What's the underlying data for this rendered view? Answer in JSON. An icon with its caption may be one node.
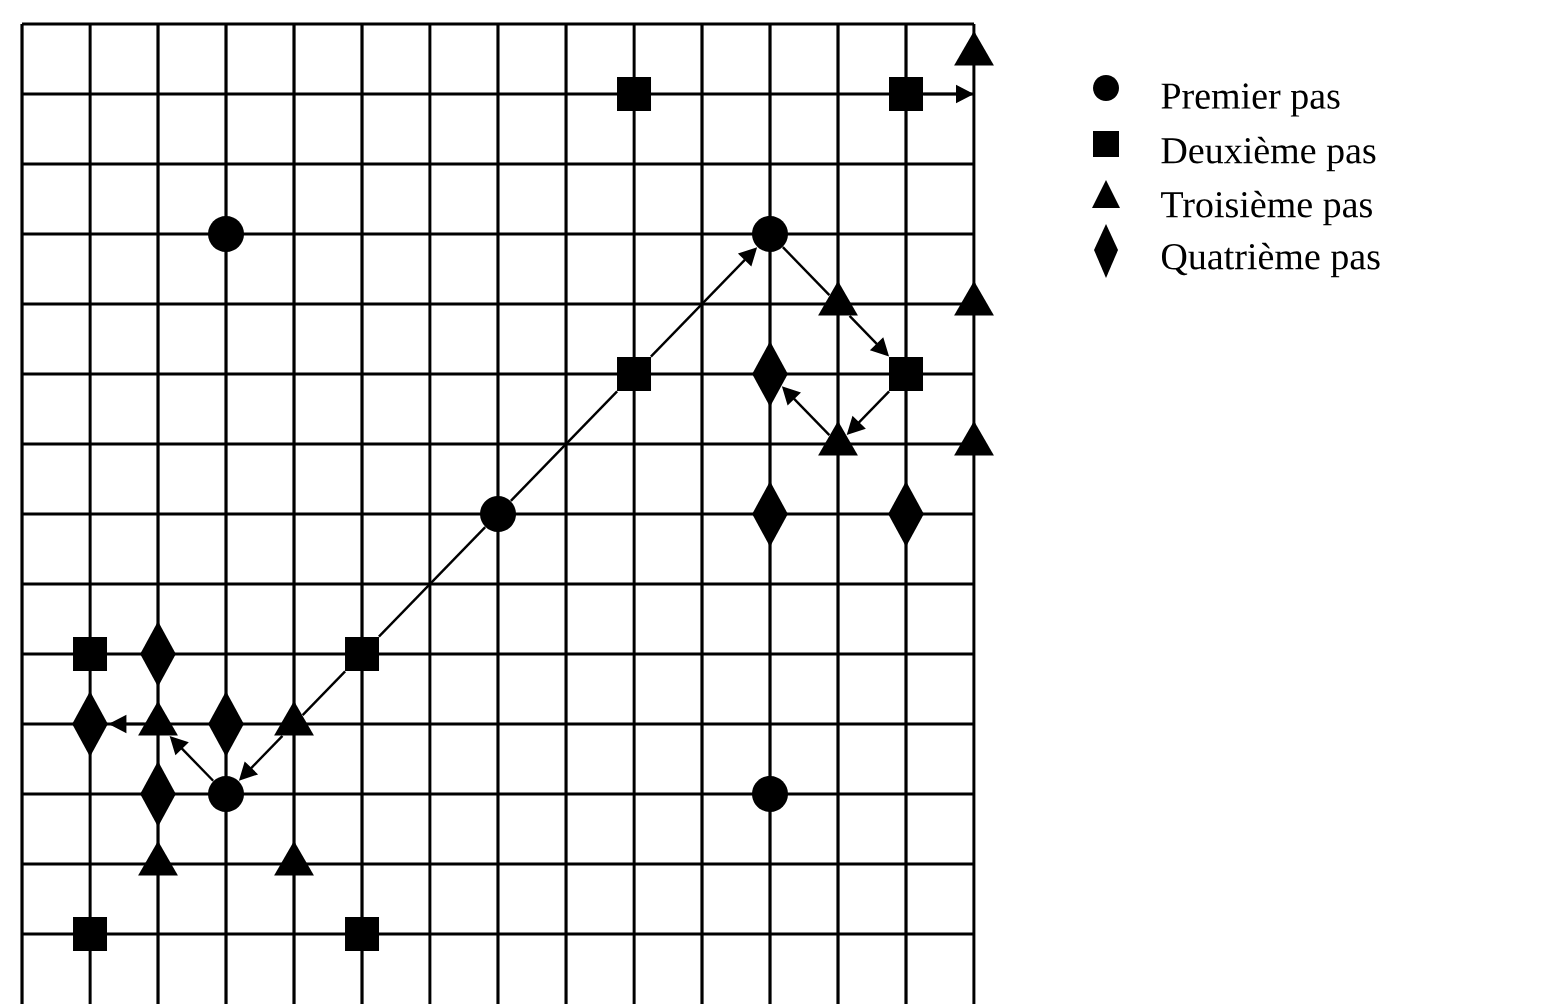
{
  "diagram": {
    "nodes": [
      {
        "text": [],
        "shape": "circle"
      },
      {
        "text": [],
        "shape": "circle"
      },
      {
        "text": [],
        "shape": "circle"
      },
      {
        "text": [],
        "shape": "circle"
      },
      {
        "text": [],
        "shape": "circle"
      },
      {
        "text": [],
        "shape": "box"
      },
      {
        "text": [],
        "shape": "box"
      },
      {
        "text": [],
        "shape": "box"
      },
      {
        "text": [],
        "shape": "box"
      },
      {
        "text": [],
        "shape": "box"
      },
      {
        "text": [],
        "shape": "box"
      },
      {
        "text": [],
        "shape": "box"
      },
      {
        "text": [],
        "shape": "box"
      },
      {
        "text": [],
        "shape": "triangle"
      },
      {
        "text": [],
        "shape": "triangle"
      },
      {
        "text": [],
        "shape": "triangle"
      },
      {
        "text": [],
        "shape": "triangle"
      },
      {
        "text": [],
        "shape": "triangle"
      },
      {
        "text": [],
        "shape": "triangle"
      },
      {
        "text": [],
        "shape": "triangle"
      },
      {
        "text": [],
        "shape": "triangle"
      },
      {
        "text": [],
        "shape": "triangle"
      },
      {
        "text": [],
        "shape": "diamond"
      },
      {
        "text": [],
        "shape": "diamond"
      },
      {
        "text": [],
        "shape": "diamond"
      },
      {
        "text": [],
        "shape": "diamond"
      },
      {
        "text": [],
        "shape": "diamond"
      },
      {
        "text": [],
        "shape": "diamond"
      },
      {
        "text": [],
        "shape": "diamond"
      }
    ],
    "edges": [
      {
        "from": 2,
        "to": 7,
        "arrow": "none"
      },
      {
        "from": 7,
        "to": 1,
        "arrow": "to"
      },
      {
        "from": 1,
        "to": 14,
        "arrow": "none"
      },
      {
        "from": 14,
        "to": 8,
        "arrow": "to"
      },
      {
        "from": 8,
        "to": 16,
        "arrow": "to"
      },
      {
        "from": 16,
        "to": 22,
        "arrow": "to"
      },
      {
        "from": 2,
        "to": 10,
        "arrow": "none"
      },
      {
        "from": 10,
        "to": 19,
        "arrow": "none"
      },
      {
        "from": 19,
        "to": 3,
        "arrow": "to"
      },
      {
        "from": 3,
        "to": 18,
        "arrow": "to"
      },
      {
        "from": 18,
        "to": 26,
        "arrow": "to"
      },
      {
        "from": 6,
        "to": 13,
        "arrow": "to"
      }
    ],
    "legend": [
      {
        "text": "Premier pas"
      },
      {
        "text": "Deuxième pas"
      },
      {
        "text": "Troisième pas"
      },
      {
        "text": "Quatrième pas"
      }
    ]
  }
}
